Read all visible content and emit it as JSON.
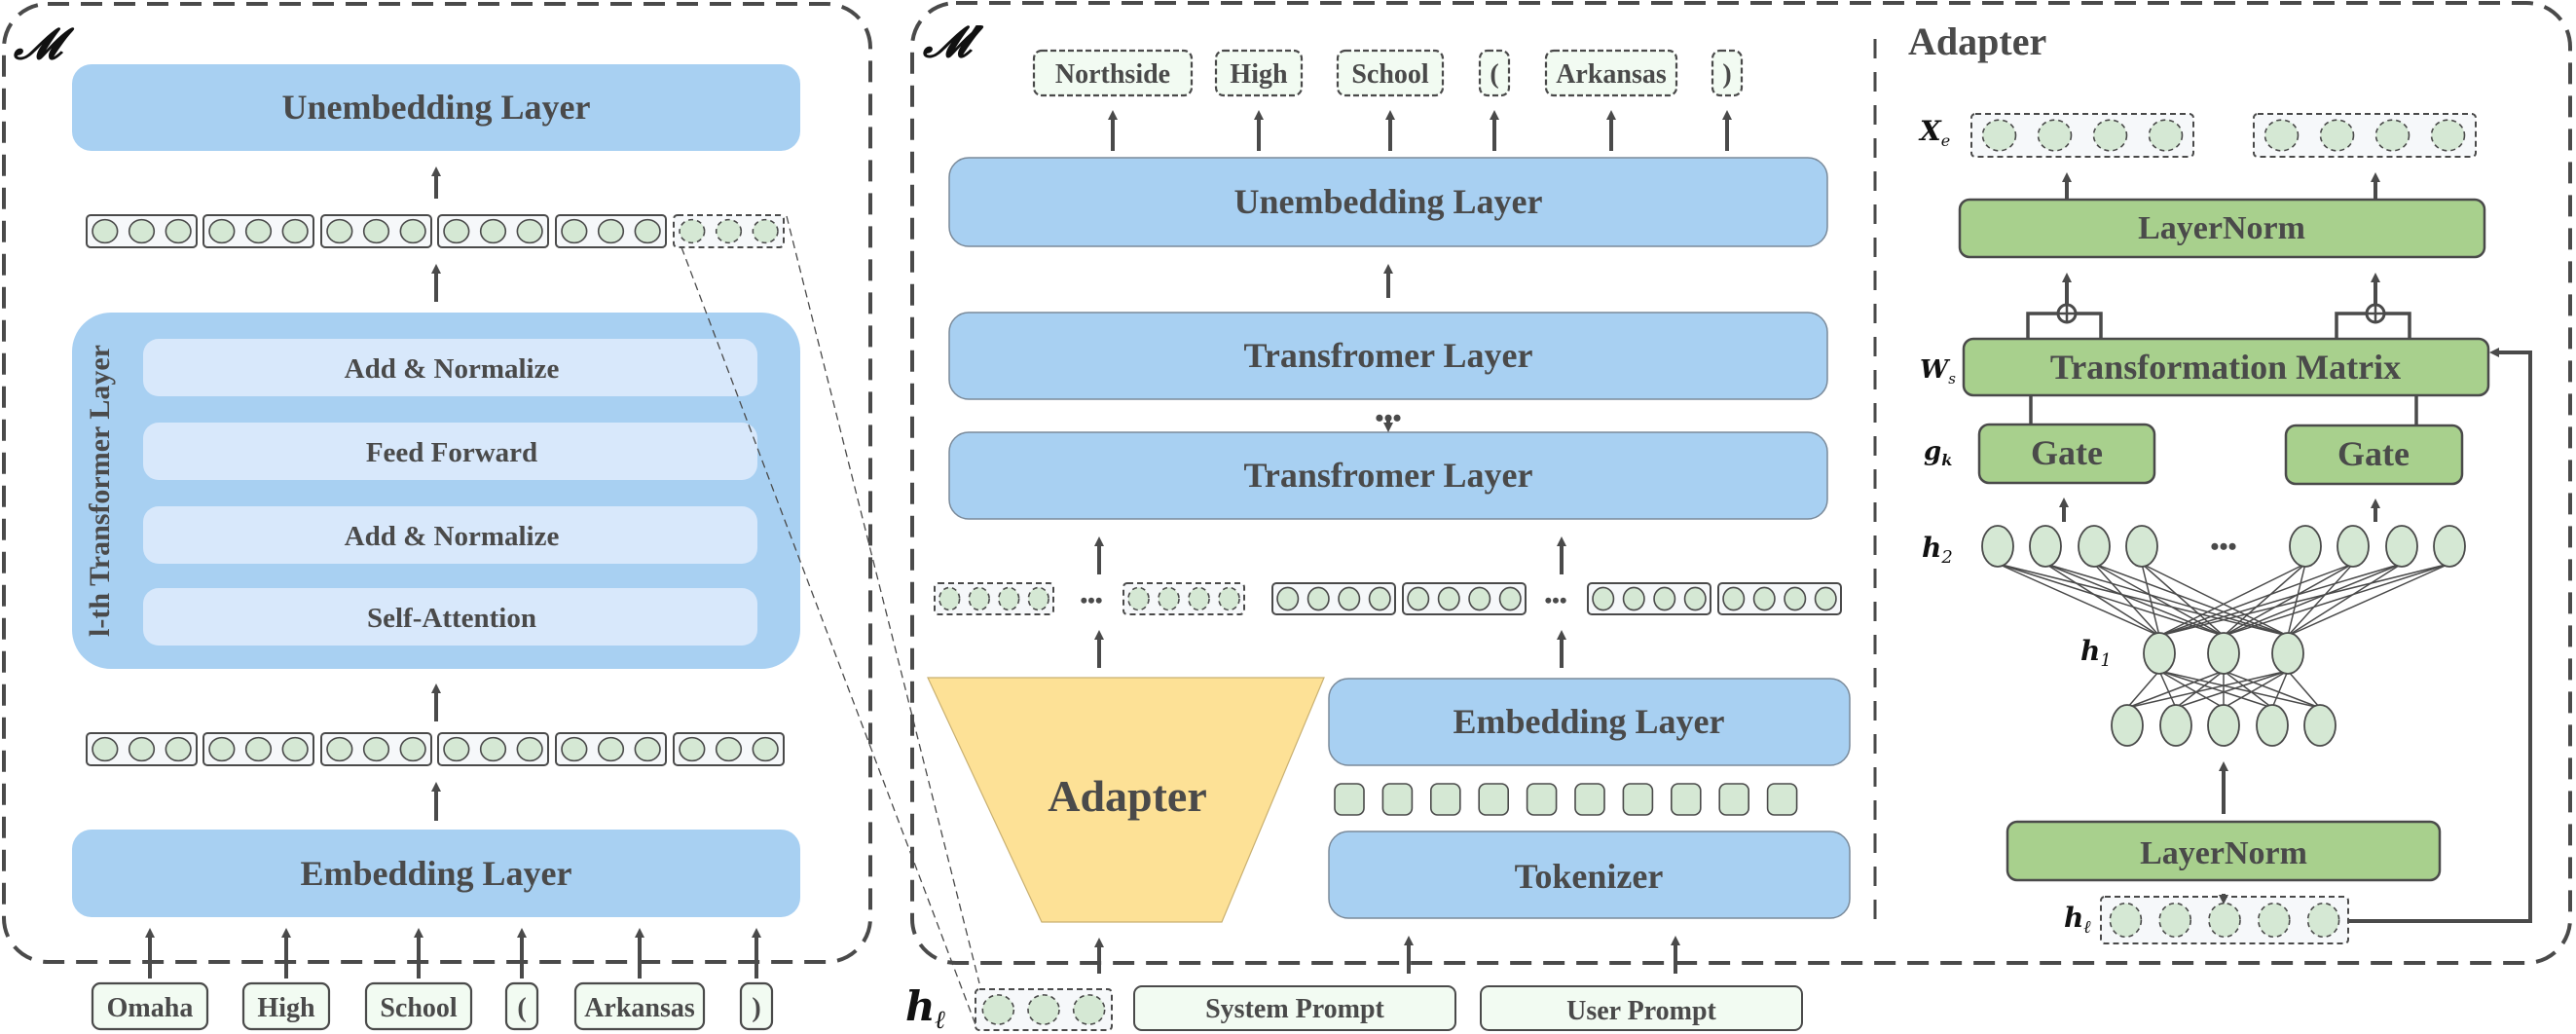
{
  "left_panel": {
    "symbol": "𝓜",
    "unembedding_label": "Unembedding Layer",
    "transformer_side_label": "l-th Transformer Layer",
    "transformer_sublayers": [
      "Add & Normalize",
      "Feed Forward",
      "Add & Normalize",
      "Self-Attention"
    ],
    "embedding_label": "Embedding Layer",
    "input_tokens": [
      "Omaha",
      "High",
      "School",
      "(",
      "Arkansas",
      ")"
    ]
  },
  "middle_panel": {
    "symbol": "𝓜′",
    "output_tokens": [
      "Northside",
      "High",
      "School",
      "(",
      "Arkansas",
      ")"
    ],
    "unembedding_label": "Unembedding  Layer",
    "transformer_labels": [
      "Transfromer  Layer",
      "Transfromer  Layer"
    ],
    "ellipsis": "•••",
    "adapter_label": "Adapter",
    "embedding_label": "Embedding Layer",
    "tokenizer_label": "Tokenizer",
    "hidden_label": "h",
    "hidden_sub": "ℓ",
    "input_prompts": [
      "System Prompt",
      "User Prompt"
    ]
  },
  "adapter_panel": {
    "title": "Adapter",
    "xe_label": "X",
    "xe_sub": "e",
    "layernorm_top_label": "LayerNorm",
    "ws_label": "W",
    "ws_sub": "s",
    "transformation_label": "Transformation Matrix",
    "gk_label": "g",
    "gk_sub": "k",
    "gate_labels": [
      "Gate",
      "Gate"
    ],
    "h2_label": "h",
    "h2_sub": "2",
    "h1_label": "h",
    "h1_sub": "1",
    "ellipsis": "•••",
    "layernorm_bottom_label": "LayerNorm",
    "hl_label": "h",
    "hl_sub": "ℓ"
  },
  "colors": {
    "blue_box": "#a8d0f2",
    "inner_box": "#d8e8fb",
    "green_box": "#a8d08d",
    "neuron_fill": "#d5e8d4",
    "adapter_yellow": "#fde196",
    "token_fill": "#f2fbf2",
    "stroke": "#4a4a4a"
  }
}
